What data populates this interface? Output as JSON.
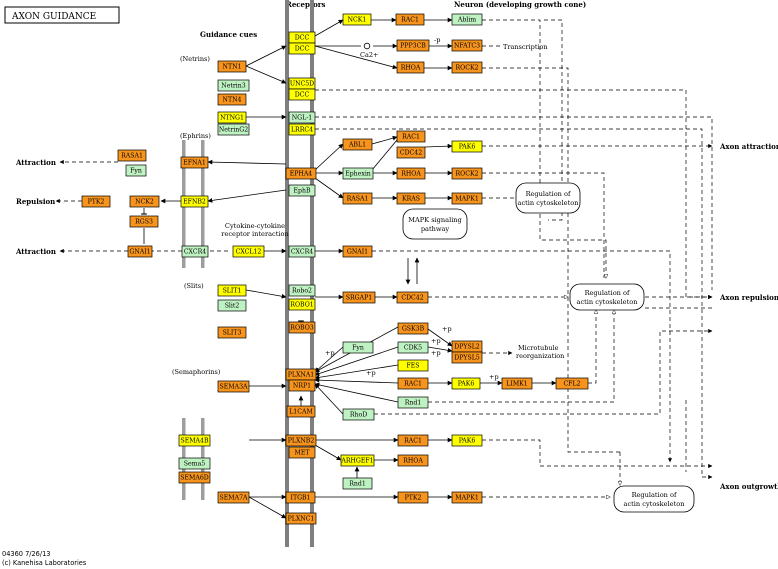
{
  "title": "AXON GUIDANCE",
  "headers": {
    "guidance_cues": "Guidance cues",
    "receptors": "Receptors",
    "neuron": "Neuron (developing growth cone)"
  },
  "categories": {
    "netrins": "(Netrins)",
    "ephrins": "(Ephrins)",
    "slits": "(Slits)",
    "semaphorins": "(Semaphorins)"
  },
  "outcomes": {
    "attraction_1": "Attraction",
    "repulsion": "Repulsion",
    "attraction_2": "Attraction",
    "axon_attraction": "Axon attraction",
    "axon_repulsion": "Axon repulsion",
    "axon_outgrowth": "Axon outgrowth"
  },
  "notes": {
    "transcription": "Transcription",
    "ca": "Ca2+",
    "microtubule_1": "Microtubule",
    "microtubule_2": "reorganization",
    "cytokine_1": "Cytokine-cytokine",
    "cytokine_2": "receptor interaction",
    "mapk_1": "MAPK signaling",
    "mapk_2": "pathway",
    "actin_a1": "Regulation of",
    "actin_a2": "actin cytoskeleton",
    "actin_b1": "Regulation of",
    "actin_b2": "actin cytoskeleton",
    "actin_c1": "Regulation of",
    "actin_c2": "actin cytoskeleton"
  },
  "ptm": {
    "p1": "-p",
    "p2": "+p",
    "p3": "+p",
    "p4": "+p",
    "p5": "+p",
    "p6": "+p",
    "p7": "+p"
  },
  "footer": {
    "line1": "04360 7/26/13",
    "line2": "(c) Kanehisa Laboratories"
  },
  "colors": {
    "orange": "#f7941d",
    "yellow": "#ffff00",
    "green": "#bff2c2",
    "membrane": "#7f7f7f",
    "ephrin_membrane": "#9d9d9d"
  },
  "nodes": [
    {
      "id": "NTN1",
      "label": "NTN1",
      "color": "orange"
    },
    {
      "id": "Netrin3",
      "label": "Netrin3",
      "color": "green"
    },
    {
      "id": "NTN4",
      "label": "NTN4",
      "color": "orange"
    },
    {
      "id": "NTNG1",
      "label": "NTNG1",
      "color": "yellow"
    },
    {
      "id": "NetrinG2",
      "label": "NetrinG2",
      "color": "green"
    },
    {
      "id": "DCC_a",
      "label": "DCC",
      "color": "yellow"
    },
    {
      "id": "DCC_b",
      "label": "DCC",
      "color": "yellow"
    },
    {
      "id": "UNC5D",
      "label": "UNC5D",
      "color": "yellow"
    },
    {
      "id": "DCC_c",
      "label": "DCC",
      "color": "yellow"
    },
    {
      "id": "NGL1",
      "label": "NGL-1",
      "color": "green"
    },
    {
      "id": "LRRC4",
      "label": "LRRC4",
      "color": "yellow"
    },
    {
      "id": "NCK1",
      "label": "NCK1",
      "color": "yellow"
    },
    {
      "id": "RAC1_a",
      "label": "RAC1",
      "color": "orange"
    },
    {
      "id": "Ablim",
      "label": "Ablim",
      "color": "green"
    },
    {
      "id": "PPP3CB",
      "label": "PPP3CB",
      "color": "orange"
    },
    {
      "id": "NFATC3",
      "label": "NFATC3",
      "color": "orange"
    },
    {
      "id": "RHOA_a",
      "label": "RHOA",
      "color": "orange"
    },
    {
      "id": "ROCK2_a",
      "label": "ROCK2",
      "color": "orange"
    },
    {
      "id": "EFNA1",
      "label": "EFNA1",
      "color": "orange"
    },
    {
      "id": "RASA1_L",
      "label": "RASA1",
      "color": "orange"
    },
    {
      "id": "Fyn_L",
      "label": "Fyn",
      "color": "green"
    },
    {
      "id": "EFNB2",
      "label": "EFNB2",
      "color": "yellow"
    },
    {
      "id": "PTK2_L",
      "label": "PTK2",
      "color": "orange"
    },
    {
      "id": "NCK2",
      "label": "NCK2",
      "color": "orange"
    },
    {
      "id": "RGS3",
      "label": "RGS3",
      "color": "orange"
    },
    {
      "id": "EPHA4",
      "label": "EPHA4",
      "color": "orange"
    },
    {
      "id": "EphB",
      "label": "EphB",
      "color": "green"
    },
    {
      "id": "ABL1",
      "label": "ABL1",
      "color": "orange"
    },
    {
      "id": "RAC1_b",
      "label": "RAC1",
      "color": "orange"
    },
    {
      "id": "CDC42_a",
      "label": "CDC42",
      "color": "orange"
    },
    {
      "id": "PAK6_a",
      "label": "PAK6",
      "color": "yellow"
    },
    {
      "id": "Ephexin",
      "label": "Ephexin",
      "color": "green"
    },
    {
      "id": "RHOA_b",
      "label": "RHOA",
      "color": "orange"
    },
    {
      "id": "ROCK2_b",
      "label": "ROCK2",
      "color": "orange"
    },
    {
      "id": "RASA1_R",
      "label": "RASA1",
      "color": "orange"
    },
    {
      "id": "KRAS",
      "label": "KRAS",
      "color": "orange"
    },
    {
      "id": "MAPK1_a",
      "label": "MAPK1",
      "color": "orange"
    },
    {
      "id": "GNAI1_L",
      "label": "GNAI1",
      "color": "orange"
    },
    {
      "id": "CXCR4_L",
      "label": "CXCR4",
      "color": "green"
    },
    {
      "id": "CXCL12",
      "label": "CXCL12",
      "color": "yellow"
    },
    {
      "id": "CXCR4_R",
      "label": "CXCR4",
      "color": "green"
    },
    {
      "id": "GNAI1_R",
      "label": "GNAI1",
      "color": "orange"
    },
    {
      "id": "SLIT1",
      "label": "SLIT1",
      "color": "yellow"
    },
    {
      "id": "Slit2",
      "label": "Slit2",
      "color": "green"
    },
    {
      "id": "SLIT3",
      "label": "SLIT3",
      "color": "orange"
    },
    {
      "id": "Robo2",
      "label": "Robo2",
      "color": "green"
    },
    {
      "id": "ROBO1",
      "label": "ROBO1",
      "color": "yellow"
    },
    {
      "id": "ROBO3",
      "label": "ROBO3",
      "color": "orange"
    },
    {
      "id": "SRGAP1",
      "label": "SRGAP1",
      "color": "orange"
    },
    {
      "id": "CDC42_b",
      "label": "CDC42",
      "color": "orange"
    },
    {
      "id": "GSK3B",
      "label": "GSK3B",
      "color": "orange"
    },
    {
      "id": "Fyn_R",
      "label": "Fyn",
      "color": "green"
    },
    {
      "id": "CDK5",
      "label": "CDK5",
      "color": "green"
    },
    {
      "id": "DPYSL2",
      "label": "DPYSL2",
      "color": "orange"
    },
    {
      "id": "DPYSL5",
      "label": "DPYSL5",
      "color": "orange"
    },
    {
      "id": "FES",
      "label": "FES",
      "color": "yellow"
    },
    {
      "id": "PLXNA1",
      "label": "PLXNA1",
      "color": "orange"
    },
    {
      "id": "NRP1",
      "label": "NRP1",
      "color": "orange"
    },
    {
      "id": "SEMA3A",
      "label": "SEMA3A",
      "color": "orange"
    },
    {
      "id": "RAC1_c",
      "label": "RAC1",
      "color": "orange"
    },
    {
      "id": "PAK6_b",
      "label": "PAK6",
      "color": "yellow"
    },
    {
      "id": "LIMK1",
      "label": "LIMK1",
      "color": "orange"
    },
    {
      "id": "CFL2",
      "label": "CFL2",
      "color": "orange"
    },
    {
      "id": "Rnd1_a",
      "label": "Rnd1",
      "color": "green"
    },
    {
      "id": "L1CAM",
      "label": "L1CAM",
      "color": "orange"
    },
    {
      "id": "RhoD",
      "label": "RhoD",
      "color": "green"
    },
    {
      "id": "SEMA4B",
      "label": "SEMA4B",
      "color": "yellow"
    },
    {
      "id": "Sema5",
      "label": "Sema5",
      "color": "green"
    },
    {
      "id": "SEMA6D",
      "label": "SEMA6D",
      "color": "orange"
    },
    {
      "id": "PLXNB2",
      "label": "PLXNB2",
      "color": "orange"
    },
    {
      "id": "MET",
      "label": "MET",
      "color": "orange"
    },
    {
      "id": "RAC1_d",
      "label": "RAC1",
      "color": "orange"
    },
    {
      "id": "PAK6_c",
      "label": "PAK6",
      "color": "yellow"
    },
    {
      "id": "ARHGEF",
      "label": "ARHGEF1",
      "color": "yellow"
    },
    {
      "id": "RHOA_c",
      "label": "RHOA",
      "color": "orange"
    },
    {
      "id": "Rnd1_b",
      "label": "Rnd1",
      "color": "green"
    },
    {
      "id": "SEMA7A",
      "label": "SEMA7A",
      "color": "orange"
    },
    {
      "id": "ITGB1",
      "label": "ITGB1",
      "color": "orange"
    },
    {
      "id": "PTK2_R",
      "label": "PTK2",
      "color": "orange"
    },
    {
      "id": "MAPK1_b",
      "label": "MAPK1",
      "color": "orange"
    },
    {
      "id": "PLXNC1",
      "label": "PLXNC1",
      "color": "orange"
    }
  ]
}
